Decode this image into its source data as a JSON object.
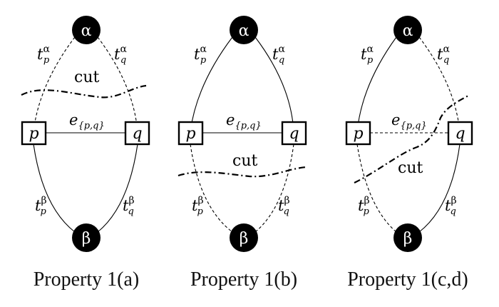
{
  "panels": [
    {
      "caption": "Property 1(a)",
      "source": "α",
      "sink": "β",
      "p": "p",
      "q": "q",
      "edge_main": "e",
      "edge_sub": "{p,q}",
      "cut": "cut",
      "t": "t",
      "alpha": "α",
      "beta": "β"
    },
    {
      "caption": "Property 1(b)",
      "source": "α",
      "sink": "β",
      "p": "p",
      "q": "q",
      "edge_main": "e",
      "edge_sub": "{p,q}",
      "cut": "cut",
      "t": "t",
      "alpha": "α",
      "beta": "β"
    },
    {
      "caption": "Property 1(c,d)",
      "source": "α",
      "sink": "β",
      "p": "p",
      "q": "q",
      "edge_main": "e",
      "edge_sub": "{p,q}",
      "cut": "cut",
      "t": "t",
      "alpha": "α",
      "beta": "β"
    }
  ]
}
